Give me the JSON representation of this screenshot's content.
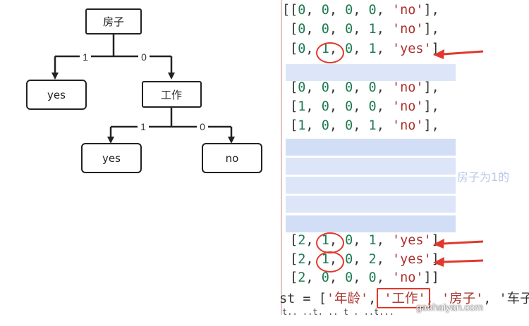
{
  "tree": {
    "root": "房子",
    "edge_left": "1",
    "edge_right": "0",
    "leaf_yes": "yes",
    "work": "工作",
    "work_edge_left": "1",
    "work_edge_right": "0",
    "work_leaf_yes": "yes",
    "work_leaf_no": "no"
  },
  "code": {
    "lines": [
      "[[0, 0, 0, 0, 'no'],",
      " [0, 0, 0, 1, 'no'],",
      " [0, 1, 0, 1, 'yes'],",
      " [0, 0, 0, 0, 'no'],",
      " [1, 0, 0, 0, 'no'],",
      " [1, 0, 0, 1, 'no'],",
      " [2, 1, 0, 1, 'yes'],",
      " [2, 1, 0, 2, 'yes'],",
      " [2, 0, 0, 0, 'no']]",
      "st = ['年龄', '工作', '房子', '车子"
    ],
    "annotation": "房子为1的",
    "partial": "t.. ..t. .. t . ..t..."
  },
  "watermark": "gaohaiyan.com",
  "colors": {
    "highlight": "#e0392c",
    "band": "#dde6f8"
  }
}
